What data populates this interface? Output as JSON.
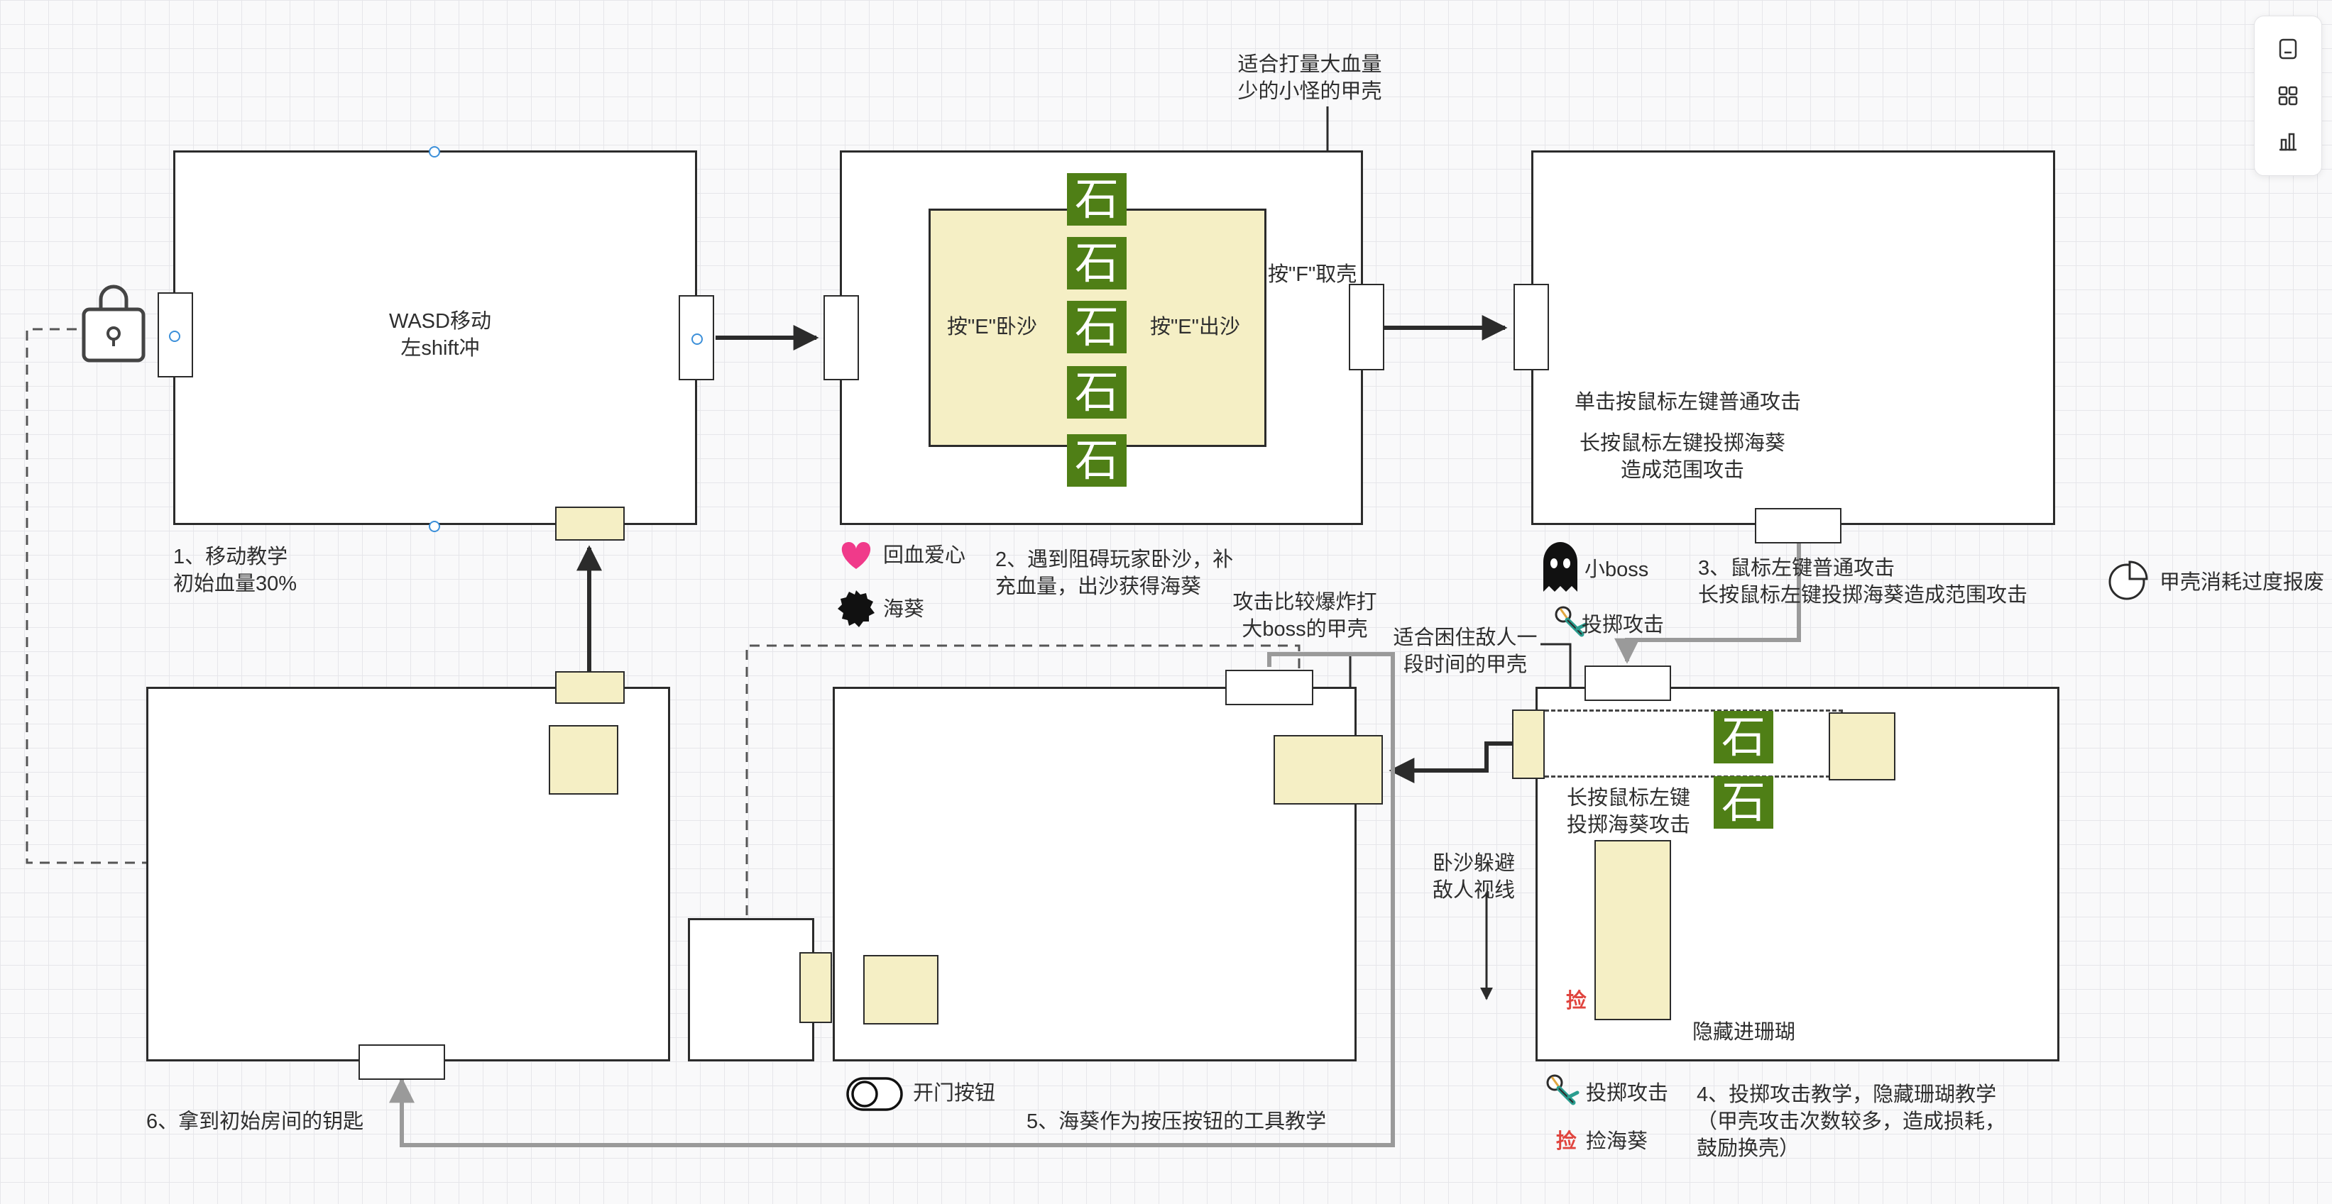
{
  "texts": {
    "move_line1": "WASD移动",
    "move_line2": "左shift冲",
    "cap1_line1": "1、移动教学",
    "cap1_line2": "初始血量30%",
    "shell_note1_line1": "适合打量大血量",
    "shell_note1_line2": "少的小怪的甲壳",
    "lie_sand": "按\"E\"卧沙",
    "exit_sand": "按\"E\"出沙",
    "pick_shell": "按\"F\"取壳",
    "stone": "石",
    "legend_heart": "回血爱心",
    "legend_anemone": "海葵",
    "cap2_line1": "2、遇到阻碍玩家卧沙，补",
    "cap2_line2": "充血量，出沙获得海葵",
    "attack_normal": "单击按鼠标左键普通攻击",
    "attack_hold_line1": "长按鼠标左键投掷海葵",
    "attack_hold_line2": "造成范围攻击",
    "legend_boss": "小boss",
    "legend_throw": "投掷攻击",
    "cap3_line1": "3、鼠标左键普通攻击",
    "cap3_line2": "长按鼠标左键投掷海葵造成范围攻击",
    "legend_shell_wear": "甲壳消耗过度报废",
    "shell_note2_line1": "攻击比较爆炸打",
    "shell_note2_line2": "大boss的甲壳",
    "shell_note3_line1": "适合困住敌人一",
    "shell_note3_line2": "段时间的甲壳",
    "hold_throw_line1": "长按鼠标左键",
    "hold_throw_line2": "投掷海葵攻击",
    "hide_line1": "卧沙躲避",
    "hide_line2": "敌人视线",
    "hide_coral": "隐藏进珊瑚",
    "pick_char": "捡",
    "legend_switch": "开门按钮",
    "cap5": "5、海葵作为按压按钮的工具教学",
    "cap6": "6、拿到初始房间的钥匙",
    "legend_throw2": "投掷攻击",
    "legend_pick": "捡海葵",
    "cap4_line1": "4、投掷攻击教学，隐藏珊瑚教学",
    "cap4_line2": "（甲壳攻击次数较多，造成损耗，",
    "cap4_line3": "鼓励换壳）"
  },
  "toolbar": {
    "icons": [
      "page-icon",
      "grid-icon",
      "chart-icon"
    ]
  },
  "colors": {
    "room_border": "#2b2b2b",
    "sand": "#f5efc5",
    "stone": "#4f7f16",
    "heart": "#f03a8a",
    "key": "#6a52c9",
    "pick_text": "#e0443e",
    "grey_arrow": "#9a9a9a"
  }
}
